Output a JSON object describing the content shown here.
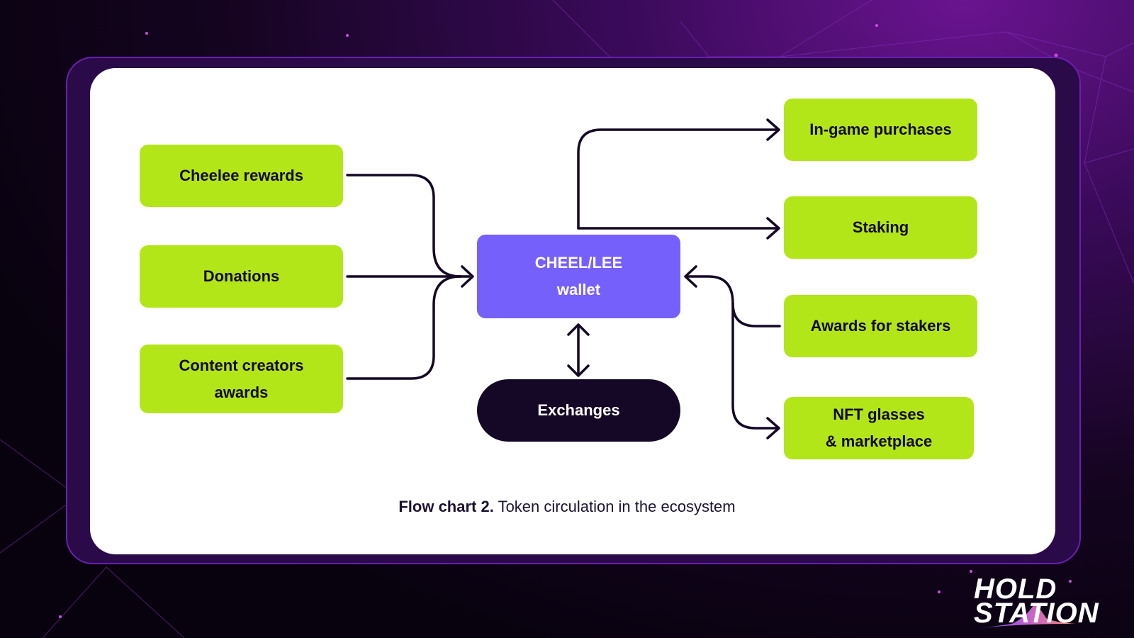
{
  "diagram": {
    "inputs": [
      {
        "label": "Cheelee rewards"
      },
      {
        "label": "Donations"
      },
      {
        "label": "Content creators awards"
      }
    ],
    "center": {
      "label_line1": "CHEEL/LEE",
      "label_line2": "wallet"
    },
    "exchange": {
      "label": "Exchanges"
    },
    "outputs": [
      {
        "label": "In-game purchases"
      },
      {
        "label": "Staking"
      },
      {
        "label": "Awards for stakers"
      },
      {
        "label_line1": "NFT glasses",
        "label_line2": "& marketplace"
      }
    ],
    "edges": [
      {
        "from": "Cheelee rewards",
        "to": "CHEEL/LEE wallet"
      },
      {
        "from": "Donations",
        "to": "CHEEL/LEE wallet"
      },
      {
        "from": "Content creators awards",
        "to": "CHEEL/LEE wallet"
      },
      {
        "from": "CHEEL/LEE wallet",
        "to": "In-game purchases"
      },
      {
        "from": "CHEEL/LEE wallet",
        "to": "Staking"
      },
      {
        "from": "Awards for stakers",
        "to": "CHEEL/LEE wallet"
      },
      {
        "from": "CHEEL/LEE wallet",
        "to": "NFT glasses & marketplace"
      },
      {
        "from": "CHEEL/LEE wallet",
        "to": "Exchanges",
        "bidirectional": true
      }
    ],
    "colors": {
      "green": "#b3e619",
      "wallet": "#7660fb",
      "dark": "#140826"
    }
  },
  "caption": {
    "bold": "Flow chart 2.",
    "text": "Token circulation in the ecosystem"
  },
  "logo": {
    "line1": "HOLD",
    "line2": "STATION"
  }
}
